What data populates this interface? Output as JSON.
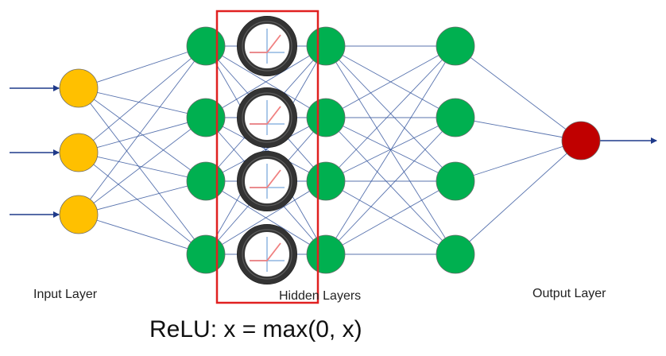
{
  "labels": {
    "input_layer": "Input Layer",
    "hidden_layers": "Hidden Layers",
    "output_layer": "Output Layer",
    "caption": "ReLU: x = max(0, x)"
  },
  "colors": {
    "input_node": "#FFC000",
    "hidden_node": "#00B050",
    "output_node": "#C00000",
    "edge": "#3B5BA0",
    "arrow": "#1F3A8A",
    "highlight_box": "#E02020",
    "relu_ring": "#333333",
    "relu_axis": "#8FB6E0",
    "relu_curve": "#F08080"
  },
  "network": {
    "input_nodes": 3,
    "hidden_layer_sizes": [
      4,
      4,
      4
    ],
    "relu_units": 4,
    "output_nodes": 1
  }
}
